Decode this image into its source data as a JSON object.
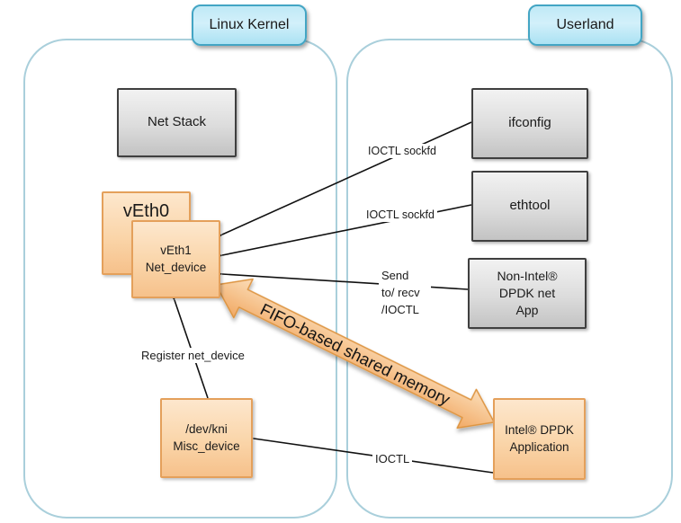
{
  "panels": {
    "kernel": {
      "label": "Linux Kernel"
    },
    "userland": {
      "label": "Userland"
    }
  },
  "nodes": {
    "net_stack": {
      "label": "Net Stack"
    },
    "veth0": {
      "label": "vEth0"
    },
    "veth1": {
      "line1": "vEth1",
      "line2": "Net_device"
    },
    "dev_kni": {
      "line1": "/dev/kni",
      "line2": "Misc_device"
    },
    "ifconfig": {
      "label": "ifconfig"
    },
    "ethtool": {
      "label": "ethtool"
    },
    "non_intel": {
      "line1": "Non-Intel®",
      "line2": "DPDK net",
      "line3": "App"
    },
    "intel_app": {
      "line1": "Intel® DPDK",
      "line2": "Application"
    }
  },
  "edges": {
    "ioctl_sockfd_ifconfig": {
      "label": "IOCTL sockfd"
    },
    "ioctl_sockfd_ethtool": {
      "label": "IOCTL sockfd"
    },
    "send_recv": {
      "line1": "Send",
      "line2": "to/ recv",
      "line3": "/IOCTL"
    },
    "register_net_device": {
      "label": "Register net_device"
    },
    "ioctl": {
      "label": "IOCTL"
    },
    "fifo": {
      "label": "FIFO-based shared memory"
    }
  },
  "colors": {
    "panel_border": "#a9cfdb",
    "panel_label_fill": "#bfe9f6",
    "panel_label_border": "#43a5c4",
    "gray_node_fill": "#d9d9d9",
    "gray_node_border": "#3f3f3f",
    "orange_node_fill": "#fad5a9",
    "orange_node_border": "#e4a05b",
    "fifo_arrow_fill": "#f6c289",
    "fifo_arrow_border": "#dd9440",
    "connector_line": "#111111",
    "text": "#1a1a1a",
    "background": "#ffffff"
  }
}
